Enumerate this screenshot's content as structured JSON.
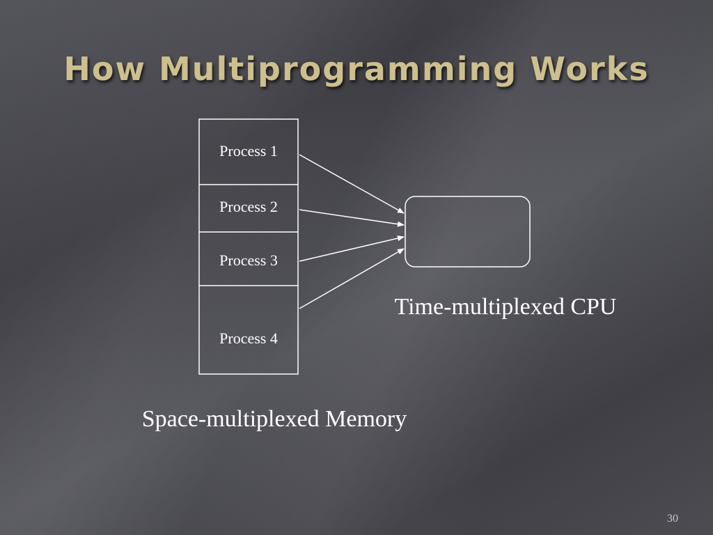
{
  "slide": {
    "title": "How Multiprogramming Works",
    "page_number": "30"
  },
  "memory": {
    "label": "Space-multiplexed Memory",
    "processes": [
      "Process 1",
      "Process 2",
      "Process 3",
      "Process 4"
    ]
  },
  "cpu": {
    "label": "Time-multiplexed CPU"
  },
  "colors": {
    "title": "#cdbf8e",
    "lines": "#ffffff",
    "text": "#ffffff"
  }
}
